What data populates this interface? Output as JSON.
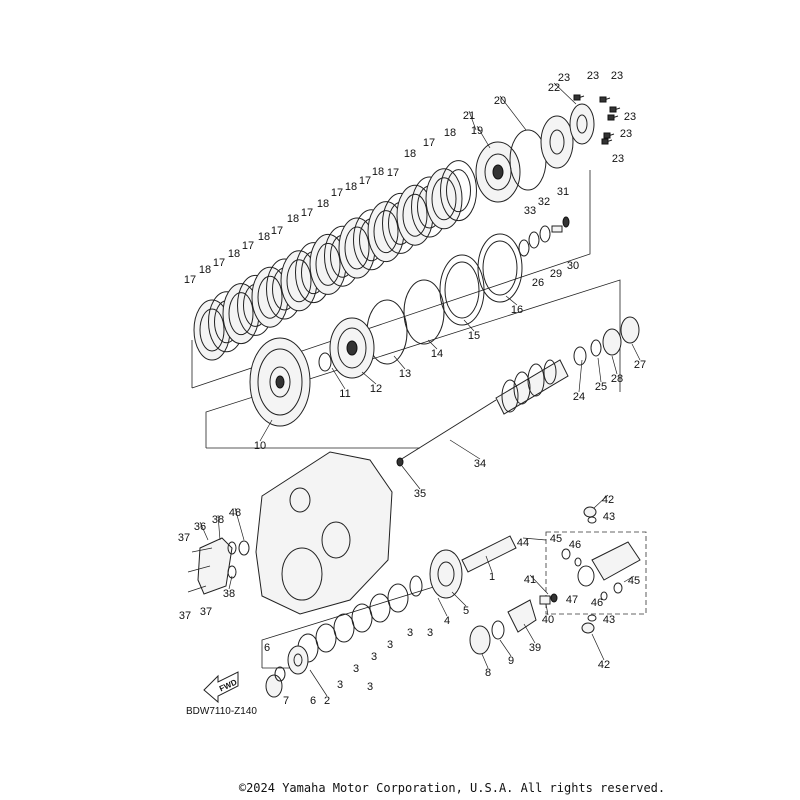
{
  "diagram": {
    "code": "BDW7110-Z140",
    "fwd_label": "FWD",
    "copyright": "©2024 Yamaha Motor Corporation, U.S.A. All rights reserved."
  },
  "callouts": [
    "1",
    "2",
    "3",
    "3",
    "3",
    "3",
    "3",
    "3",
    "3",
    "4",
    "5",
    "6",
    "6",
    "7",
    "8",
    "9",
    "10",
    "11",
    "12",
    "13",
    "14",
    "15",
    "16",
    "17",
    "17",
    "17",
    "17",
    "17",
    "17",
    "17",
    "17",
    "17",
    "18",
    "18",
    "18",
    "18",
    "18",
    "18",
    "18",
    "18",
    "18",
    "19",
    "20",
    "21",
    "22",
    "23",
    "23",
    "23",
    "23",
    "23",
    "23",
    "24",
    "25",
    "26",
    "27",
    "28",
    "29",
    "30",
    "31",
    "32",
    "33",
    "34",
    "35",
    "36",
    "37",
    "37",
    "37",
    "38",
    "38",
    "39",
    "40",
    "41",
    "42",
    "42",
    "43",
    "43",
    "44",
    "45",
    "45",
    "46",
    "46",
    "47",
    "48"
  ]
}
